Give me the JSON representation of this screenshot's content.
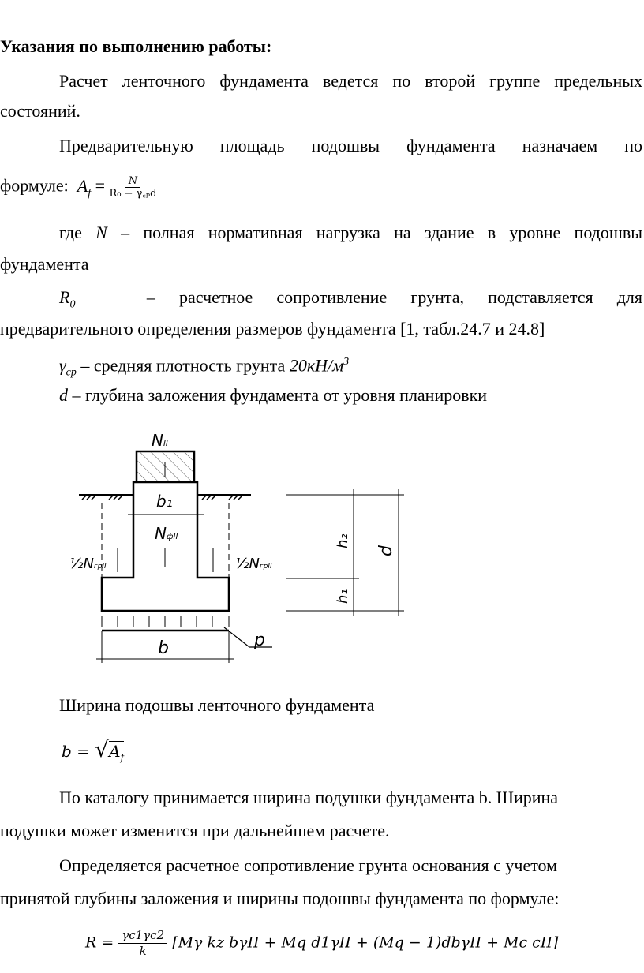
{
  "heading": "Указания по выполнению работы:",
  "p1": {
    "line1": "Расчет ленточного фундамента ведется по второй группе предельных",
    "line2": "состояний."
  },
  "p2": {
    "line1": "Предварительную площадь подошвы фундамента назначаем по",
    "line2": "формуле:",
    "formula_lhs": "A",
    "formula_lhs_sub": "f",
    "formula_eq": " = ",
    "formula_num": "N",
    "formula_den": "R₀ − γ꜀ₚd"
  },
  "p3": {
    "prefix": "где ",
    "var": "N",
    "line1_rest": " – полная нормативная нагрузка на здание в уровне подошвы",
    "line2": "фундамента"
  },
  "p4": {
    "var": "R",
    "var_sub": "0",
    "line1_rest": "– расчетное сопротивление грунта, подставляется для",
    "line2": "предварительного определения размеров фундамента [1, табл.24.7 и 24.8]"
  },
  "p5": {
    "var": "γ",
    "var_sub": "ср",
    "text": " – средняя плотность грунта ",
    "value": "20кН/м",
    "value_sup": "3"
  },
  "p6": {
    "var": "d",
    "text": " – глубина заложения фундамента от уровня планировки"
  },
  "diagram": {
    "label_N": "N",
    "label_N_sub": "II",
    "label_b1": "b₁",
    "label_Nf": "N",
    "label_Nf_sub": "фII",
    "label_half": "½N",
    "label_half_sub": "грII",
    "label_b": "b",
    "label_p": "p",
    "label_h1": "h₁",
    "label_h2": "h₂",
    "label_d": "d"
  },
  "p7": "Ширина подошвы ленточного фундамента",
  "formula_b": {
    "lhs": "b = ",
    "rad": "A",
    "rad_sub": "f"
  },
  "p8": {
    "line1": "По каталогу принимается ширина подушки фундамента b. Ширина",
    "line2": "подушки может изменится при дальнейшем расчете."
  },
  "p9": {
    "line1": "Определяется расчетное сопротивление грунта основания с учетом",
    "line2": "принятой глубины заложения и ширины подошвы фундамента по формуле:"
  },
  "formula_R": {
    "lhs": "R = ",
    "num": "γc1γc2",
    "den": "k",
    "body": "[Mγ kz bγII + Mq d1γII + (Mq − 1)dbγII + Mc cII]"
  }
}
